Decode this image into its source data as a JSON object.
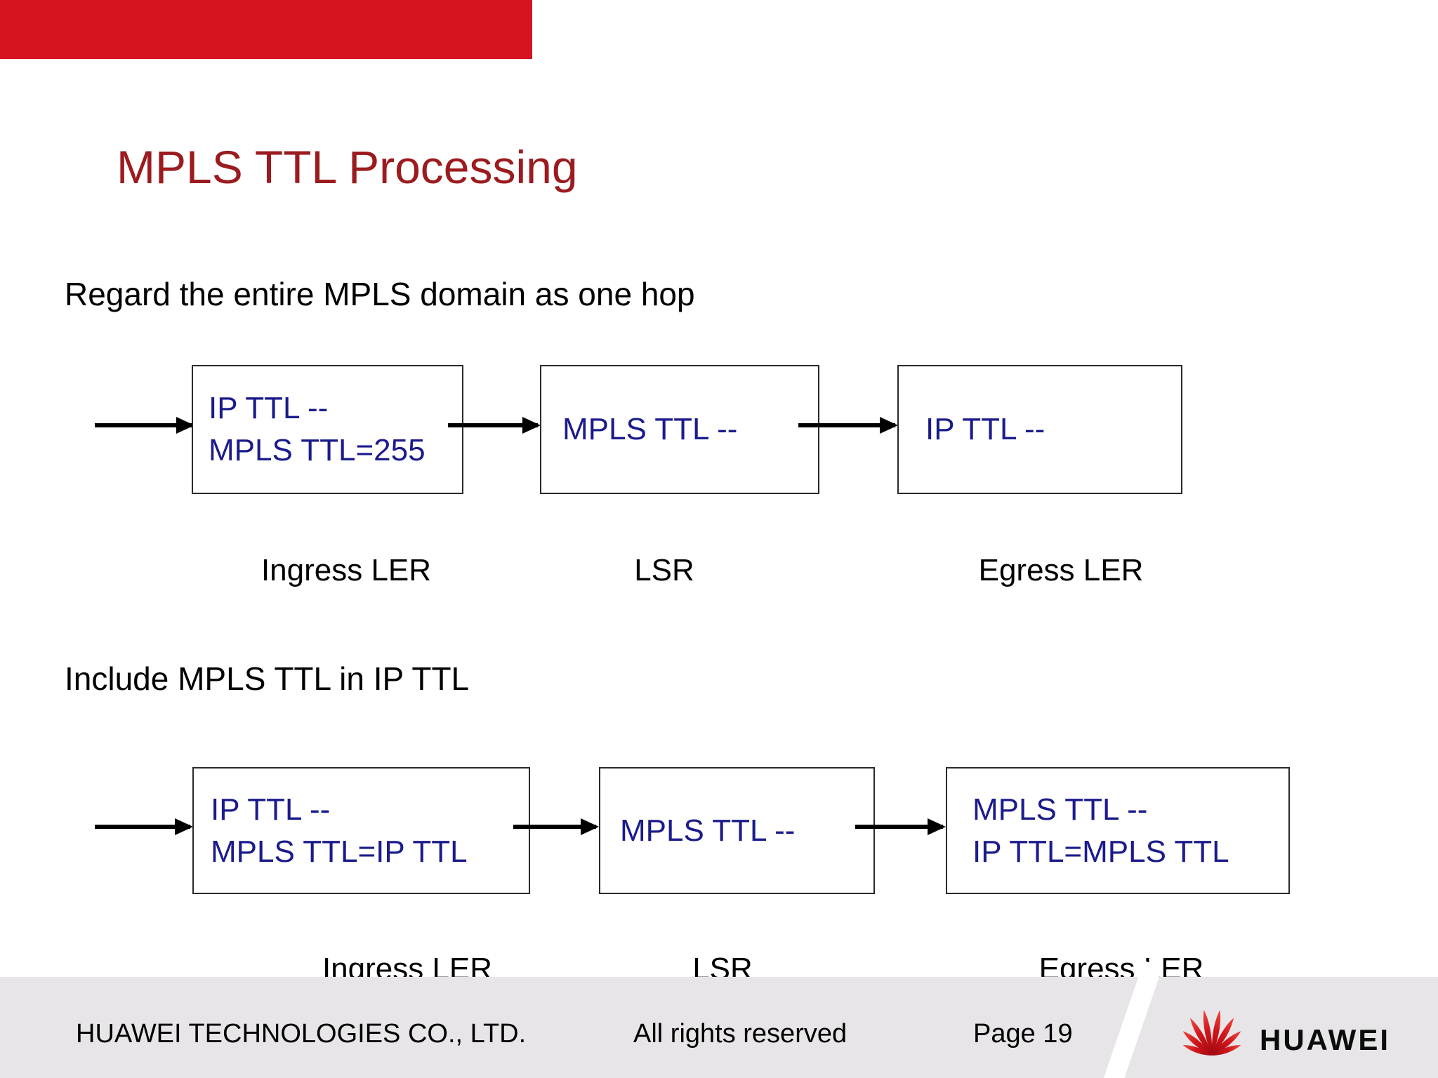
{
  "slide": {
    "title": "MPLS TTL Processing",
    "colors": {
      "top_bar": "#D61420",
      "title_text": "#9B1B1E",
      "box_text": "#1B1B8C",
      "box_border": "#2A2A2A",
      "body_text": "#000000",
      "footer_bg": "#E7E5E7",
      "logo_red": "#D0151C"
    }
  },
  "sections": [
    {
      "heading": "Regard the entire MPLS domain as one hop",
      "boxes": [
        {
          "lines": [
            "IP TTL --",
            "MPLS TTL=255"
          ],
          "label": "Ingress LER"
        },
        {
          "lines": [
            "MPLS TTL --"
          ],
          "label": "LSR"
        },
        {
          "lines": [
            "IP TTL --"
          ],
          "label": "Egress LER"
        }
      ]
    },
    {
      "heading": "Include MPLS TTL in IP TTL",
      "boxes": [
        {
          "lines": [
            "IP TTL --",
            "MPLS TTL=IP TTL"
          ],
          "label": "Ingress LER"
        },
        {
          "lines": [
            "MPLS TTL --"
          ],
          "label": "LSR"
        },
        {
          "lines": [
            "MPLS TTL --",
            "IP TTL=MPLS TTL"
          ],
          "label": "Egress LER"
        }
      ]
    }
  ],
  "footer": {
    "company": "HUAWEI TECHNOLOGIES CO., LTD.",
    "rights": "All rights reserved",
    "page": "Page 19",
    "brand": "HUAWEI"
  }
}
